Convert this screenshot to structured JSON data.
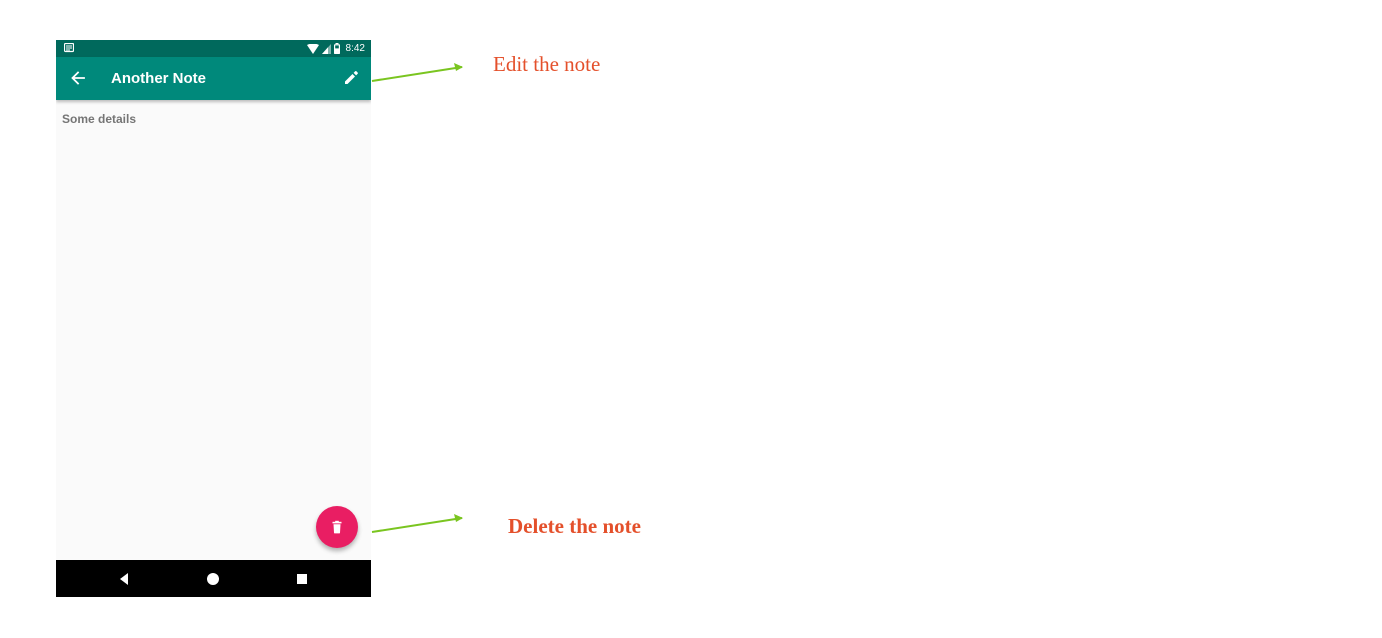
{
  "status_bar": {
    "time": "8:42",
    "icons": [
      "notification-icon",
      "wifi-icon",
      "signal-icon",
      "battery-icon"
    ]
  },
  "app_bar": {
    "title": "Another Note",
    "back_icon": "arrow-back-icon",
    "edit_icon": "pencil-icon",
    "color": "#00897b",
    "status_color": "#00695c"
  },
  "note": {
    "details": "Some details"
  },
  "fab": {
    "icon": "trash-icon",
    "color": "#e91e63"
  },
  "nav_bar": {
    "buttons": [
      "back-triangle-icon",
      "home-circle-icon",
      "recents-square-icon"
    ]
  },
  "annotations": {
    "edit_label": "Edit the note",
    "delete_label": "Delete the note",
    "text_color": "#e4502b",
    "arrow_color": "#7ac520"
  }
}
